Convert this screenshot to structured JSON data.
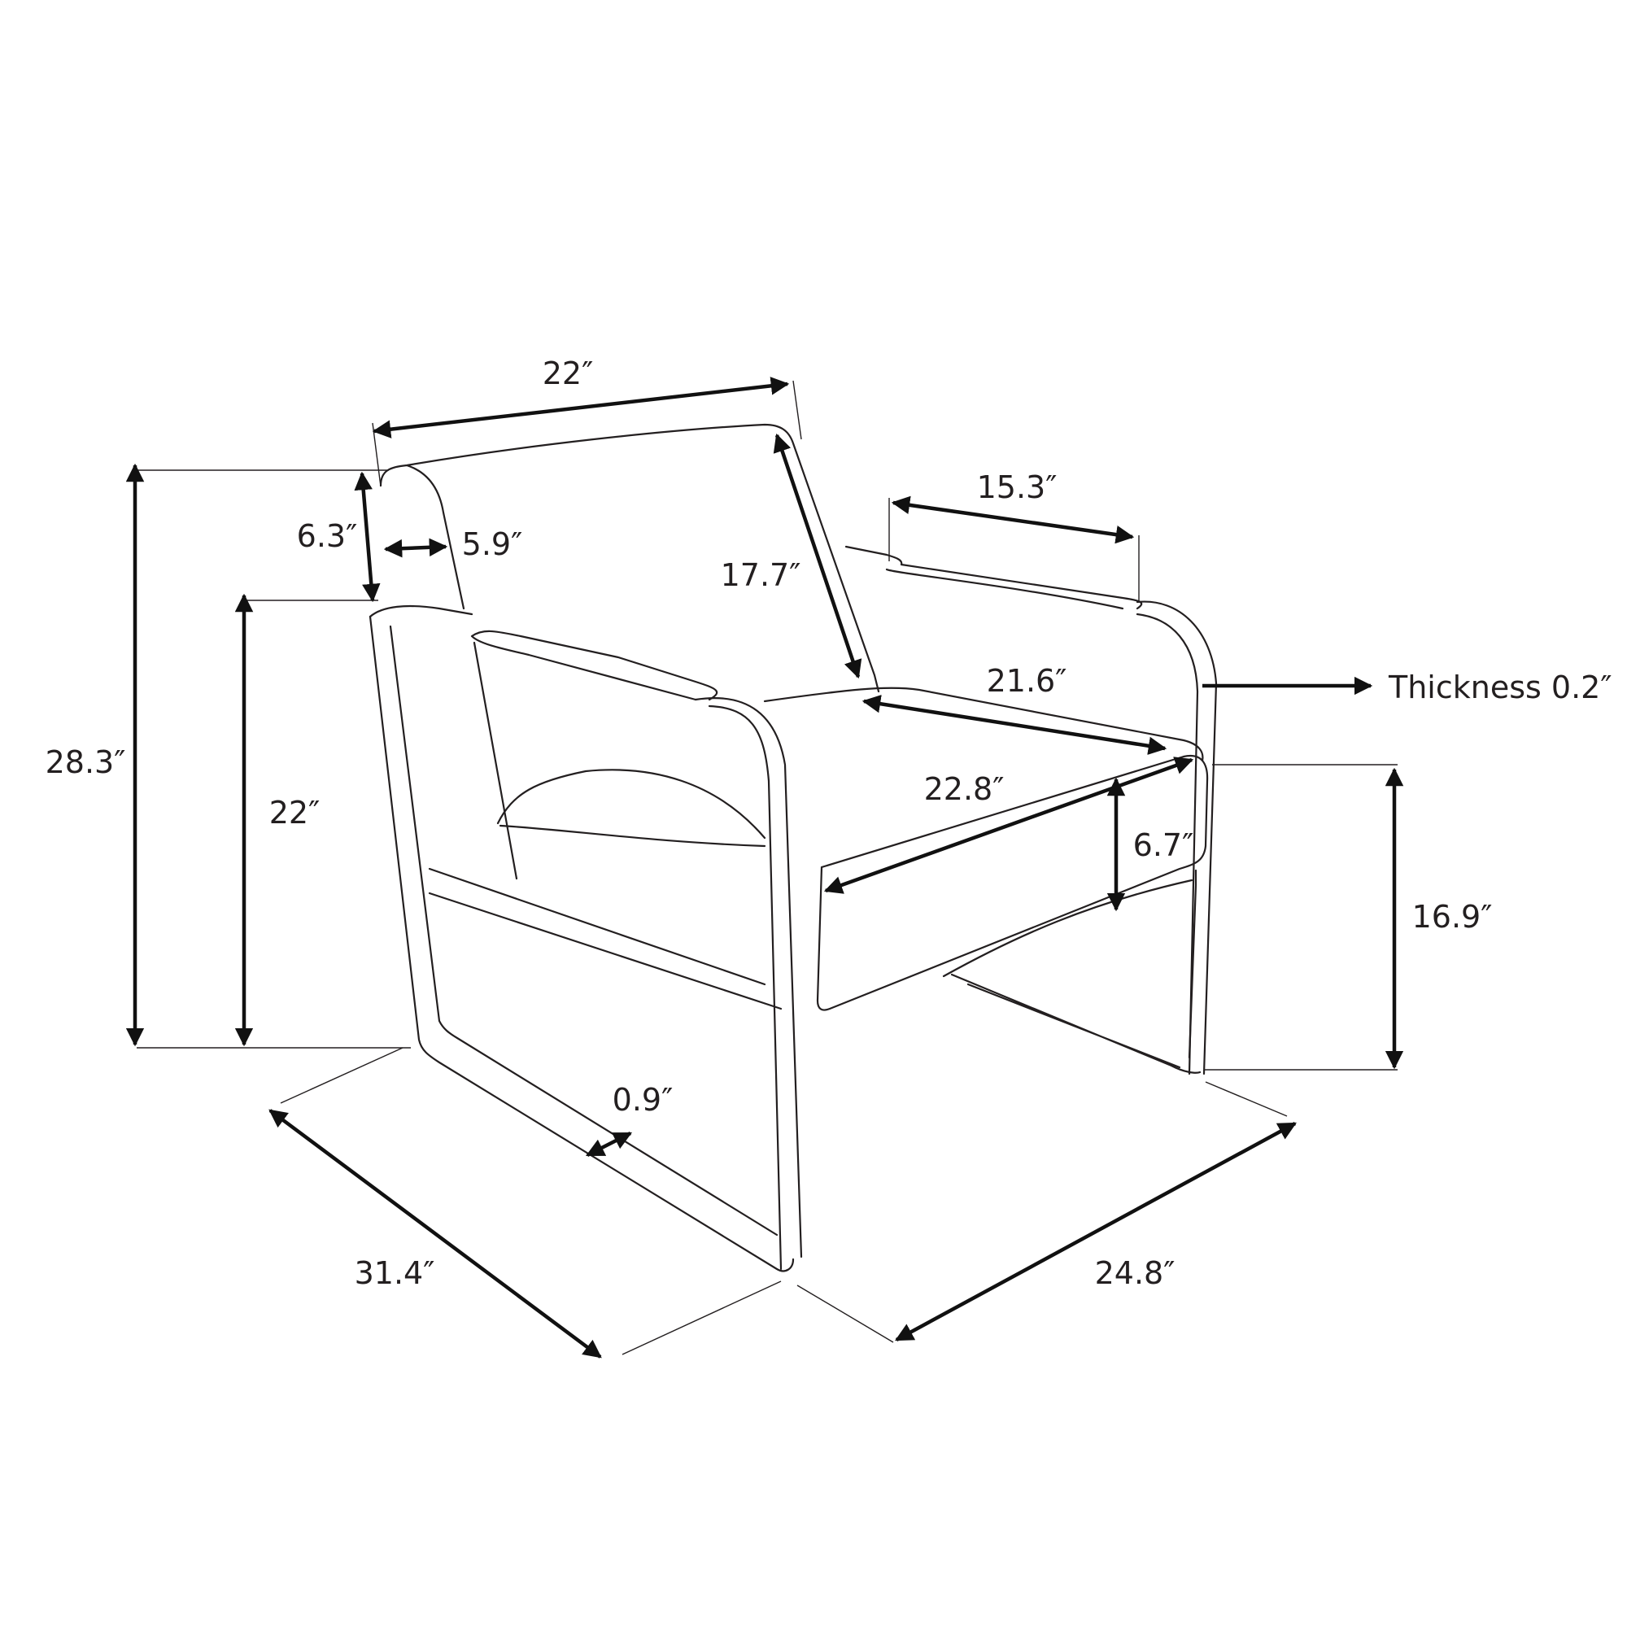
{
  "diagram": {
    "colors": {
      "line": "#231f20",
      "arrow": "#111111",
      "background": "#ffffff"
    },
    "labels": {
      "backrest_width": "22″",
      "backrest_thickness_vertical": "6.3″",
      "backrest_depth": "5.9″",
      "backrest_height": "17.7″",
      "armrest_length": "15.3″",
      "frame_thickness": "Thickness 0.2″",
      "seat_depth": "21.6″",
      "seat_width": "22.8″",
      "cushion_thickness": "6.7″",
      "seat_height": "16.9″",
      "overall_height": "28.3″",
      "arm_height": "22″",
      "frame_width": "0.9″",
      "overall_width": "31.4″",
      "overall_depth": "24.8″"
    }
  }
}
